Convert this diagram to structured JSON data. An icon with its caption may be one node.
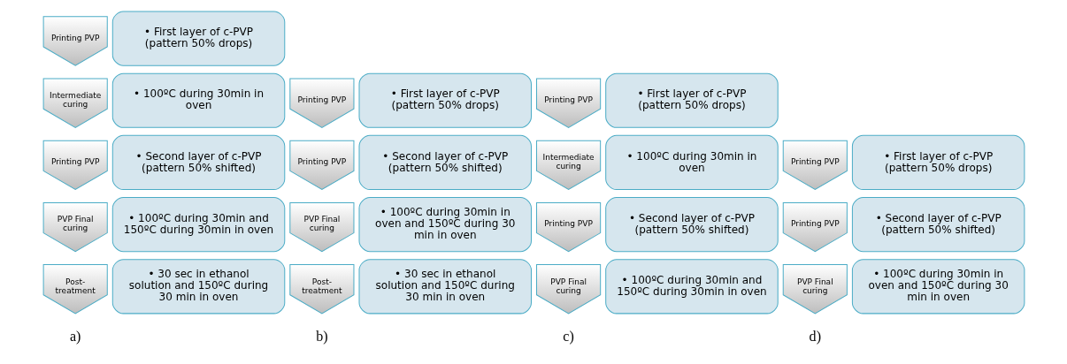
{
  "diagram": {
    "nodes": [
      {
        "text": [
          "Printing PVP"
        ]
      },
      {
        "text": [
          "• First layer of c-PVP (pattern 50% drops)"
        ]
      },
      {
        "text": [
          "Intermediate curing"
        ]
      },
      {
        "text": [
          "• 100ºC during 30min in oven"
        ]
      },
      {
        "text": [
          "Printing PVP"
        ]
      },
      {
        "text": [
          "• Second layer of c-PVP (pattern 50% shifted)"
        ]
      },
      {
        "text": [
          "PVP Final curing"
        ]
      },
      {
        "text": [
          "• 100ºC during 30min and 150ºC during 30min in oven"
        ]
      },
      {
        "text": [
          "Post-treatment"
        ]
      },
      {
        "text": [
          "• 30 sec in ethanol solution and 150ºC during 30 min in oven"
        ]
      },
      {
        "text": [
          "Printing PVP"
        ]
      },
      {
        "text": [
          "• First layer of c-PVP (pattern 50% drops)"
        ]
      },
      {
        "text": [
          "Printing PVP"
        ]
      },
      {
        "text": [
          "• Second layer of c-PVP (pattern 50% shifted)"
        ]
      },
      {
        "text": [
          "PVP Final curing"
        ]
      },
      {
        "text": [
          "• 100ºC during 30min in oven and 150ºC during 30 min in oven"
        ]
      },
      {
        "text": [
          "Post-treatment"
        ]
      },
      {
        "text": [
          "• 30 sec in ethanol solution and 150ºC during 30 min in oven"
        ]
      },
      {
        "text": [
          "Printing PVP"
        ]
      },
      {
        "text": [
          "• First layer of c-PVP (pattern 50% drops)"
        ]
      },
      {
        "text": [
          "Intermediate curing"
        ]
      },
      {
        "text": [
          "• 100ºC during 30min in oven"
        ]
      },
      {
        "text": [
          "Printing PVP"
        ]
      },
      {
        "text": [
          "• Second layer of c-PVP (pattern 50% shifted)"
        ]
      },
      {
        "text": [
          "PVP Final curing"
        ]
      },
      {
        "text": [
          "• 100ºC during 30min and 150ºC during 30min in oven"
        ]
      },
      {
        "text": [
          "Printing PVP"
        ]
      },
      {
        "text": [
          "• First layer of c-PVP (pattern 50% drops)"
        ]
      },
      {
        "text": [
          "Printing PVP"
        ]
      },
      {
        "text": [
          "• Second layer of c-PVP (pattern 50% shifted)"
        ]
      },
      {
        "text": [
          "PVP Final curing"
        ]
      },
      {
        "text": [
          "• 100ºC during 30min in oven and 150ºC during 30 min in oven"
        ]
      }
    ],
    "edges": [],
    "labels": [
      "a)",
      "b)",
      "c)",
      "d)"
    ]
  }
}
